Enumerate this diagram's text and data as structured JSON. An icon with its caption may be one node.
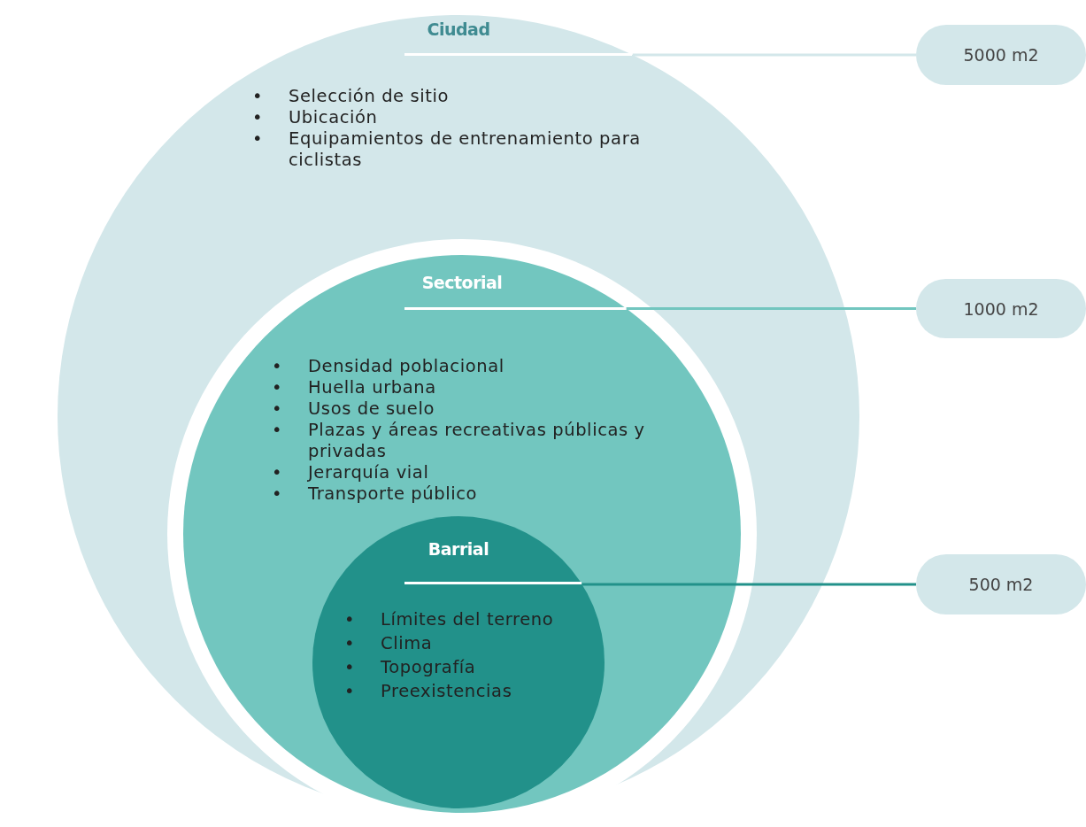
{
  "diagram": {
    "nodes": [
      {
        "text": [
          "Ciudad",
          "• Selección de sitio",
          "• Ubicación",
          "• Equipamientos de entrenamiento para ciclistas"
        ]
      },
      {
        "text": [
          "Sectorial",
          "• Densidad poblacional",
          "• Huella urbana",
          "• Usos de suelo",
          "• Plazas y áreas recreativas públicas y privadas",
          "• Jerarquía vial",
          "• Transporte público"
        ],
        "in": 0
      },
      {
        "text": [
          "Barrial",
          "• Límites del terreno",
          "• Clima",
          "• Topografía",
          "• Preexistencias"
        ],
        "in": 1
      },
      {
        "text": [
          "5000 m2"
        ]
      },
      {
        "text": [
          "1000 m2"
        ]
      },
      {
        "text": [
          "500 m2"
        ]
      }
    ],
    "edges": [
      {
        "from": 0,
        "to": 3,
        "arrow": "none",
        "color": "#d3e7ea"
      },
      {
        "from": 1,
        "to": 4,
        "arrow": "none",
        "color": "#72c6bf"
      },
      {
        "from": 2,
        "to": 5,
        "arrow": "none",
        "color": "#22918a"
      }
    ]
  }
}
